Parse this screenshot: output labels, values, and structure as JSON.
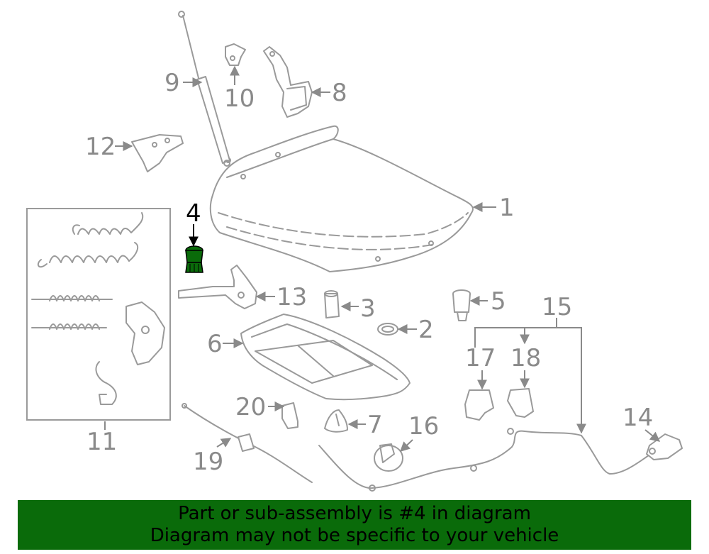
{
  "callouts": {
    "p1": "1",
    "p2": "2",
    "p3": "3",
    "p4": "4",
    "p5": "5",
    "p6": "6",
    "p7": "7",
    "p8": "8",
    "p9": "9",
    "p10": "10",
    "p11": "11",
    "p12": "12",
    "p13": "13",
    "p14": "14",
    "p15": "15",
    "p16": "16",
    "p17": "17",
    "p18": "18",
    "p19": "19",
    "p20": "20"
  },
  "highlight": {
    "part": "4",
    "color": "#0a6b0a"
  },
  "banner": {
    "line1": "Part or sub-assembly is #4 in diagram",
    "line2": "Diagram may not be specific to your vehicle",
    "color": "#0a6b0a"
  }
}
